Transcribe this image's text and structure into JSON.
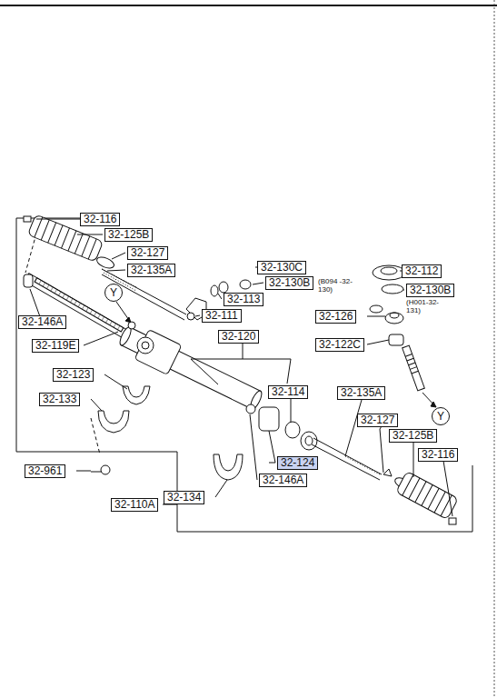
{
  "diagram": {
    "nodes": [
      {
        "text": [
          "32-116"
        ]
      },
      {
        "text": [
          "32-125B"
        ]
      },
      {
        "text": [
          "32-127"
        ]
      },
      {
        "text": [
          "32-135A"
        ]
      },
      {
        "text": [
          "32-130C"
        ]
      },
      {
        "text": [
          "32-130B"
        ]
      },
      {
        "text": [
          "32-112"
        ]
      },
      {
        "text": [
          "32-113"
        ]
      },
      {
        "text": [
          "Y"
        ]
      },
      {
        "text": [
          "32-146A"
        ]
      },
      {
        "text": [
          "32-111"
        ]
      },
      {
        "text": [
          "32-126"
        ]
      },
      {
        "text": [
          "32-130B"
        ]
      },
      {
        "text": [
          "32-120"
        ]
      },
      {
        "text": [
          "32-119E"
        ]
      },
      {
        "text": [
          "32-122C"
        ]
      },
      {
        "text": [
          "32-123"
        ]
      },
      {
        "text": [
          "32-114"
        ]
      },
      {
        "text": [
          "32-135A"
        ]
      },
      {
        "text": [
          "32-133"
        ]
      },
      {
        "text": [
          "Y"
        ]
      },
      {
        "text": [
          "32-127"
        ]
      },
      {
        "text": [
          "32-125B"
        ]
      },
      {
        "text": [
          "32-116"
        ]
      },
      {
        "text": [
          "32-124"
        ]
      },
      {
        "text": [
          "32-961"
        ]
      },
      {
        "text": [
          "32-146A"
        ]
      },
      {
        "text": [
          "32-134"
        ]
      },
      {
        "text": [
          "32-110A"
        ]
      }
    ],
    "labels": [
      "(B094 -32-130)",
      "(H001-32-131)"
    ]
  }
}
